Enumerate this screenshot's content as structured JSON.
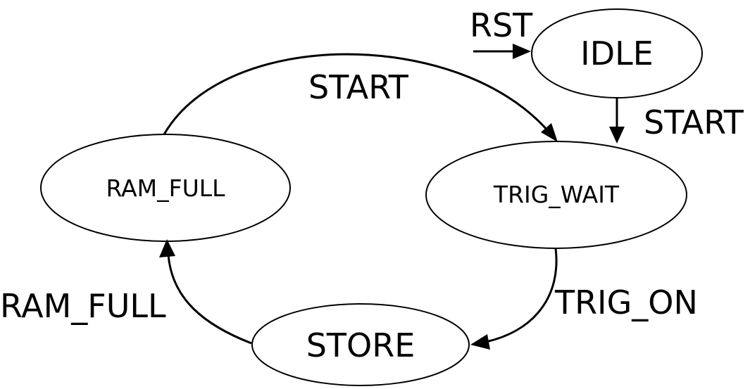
{
  "diagram": {
    "states": {
      "idle": "IDLE",
      "trig_wait": "TRIG_WAIT",
      "store": "STORE",
      "ram_full": "RAM_FULL"
    },
    "transitions": {
      "reset_to_idle": "RST",
      "idle_to_trig_wait": "START",
      "trig_wait_to_store": "TRIG_ON",
      "store_to_ram_full": "RAM_FULL",
      "ram_full_to_trig_wait": "START"
    }
  }
}
